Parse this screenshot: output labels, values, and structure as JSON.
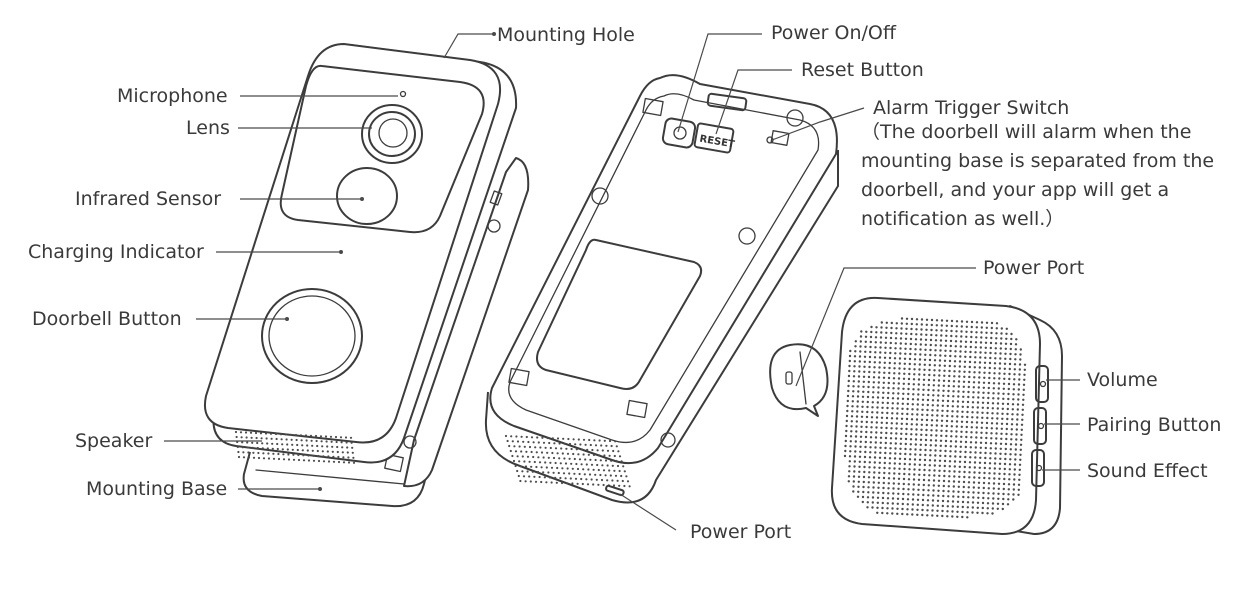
{
  "labels": {
    "mounting_hole": "Mounting Hole",
    "microphone": "Microphone",
    "lens": "Lens",
    "infrared_sensor": "Infrared Sensor",
    "charging_indicator": "Charging Indicator",
    "doorbell_button": "Doorbell Button",
    "speaker": "Speaker",
    "mounting_base": "Mounting Base",
    "power_onoff": "Power On/Off",
    "reset_button": "Reset Button",
    "alarm_trigger_switch": "Alarm Trigger Switch",
    "alarm_note": [
      "（The doorbell will alarm when the",
      "mounting base is separated from the",
      "doorbell, and your app will get a",
      "notification as well.）"
    ],
    "power_port_back": "Power Port",
    "power_port_chime": "Power Port",
    "volume": "Volume",
    "pairing_button": "Pairing Button",
    "sound_effect": "Sound Effect"
  },
  "device_text": {
    "reset_marking": "RESET"
  }
}
